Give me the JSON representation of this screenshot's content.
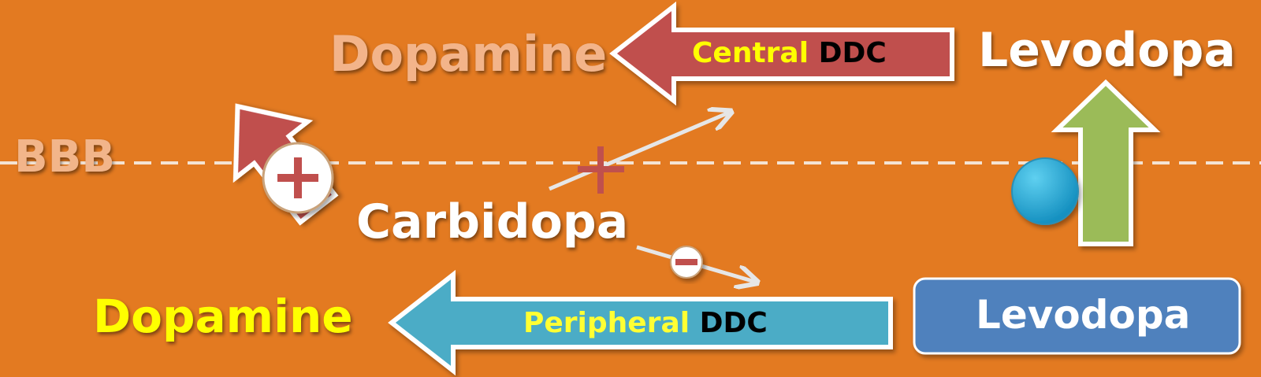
{
  "labels": {
    "bbb": "BBB",
    "central_dopamine": "Dopamine",
    "central_word": "Central",
    "ddc": "DDC",
    "central_levodopa": "Levodopa",
    "carbidopa": "Carbidopa",
    "peripheral_dopamine": "Dopamine",
    "peripheral_word": "Peripheral",
    "peripheral_levodopa": "Levodopa"
  },
  "colors": {
    "background": "#e37a21",
    "central_arrow": "#c0504d",
    "peripheral_arrow": "#4bacc6",
    "green_arrow": "#9bbb59",
    "levodopa_box": "#4f81bd",
    "transporter": "#1fa5d4",
    "highlight_yellow": "#ffff00"
  },
  "icons": {
    "plus": "stimulate-plus-icon",
    "minus": "inhibit-minus-icon",
    "cross": "blocked-cross-icon"
  }
}
